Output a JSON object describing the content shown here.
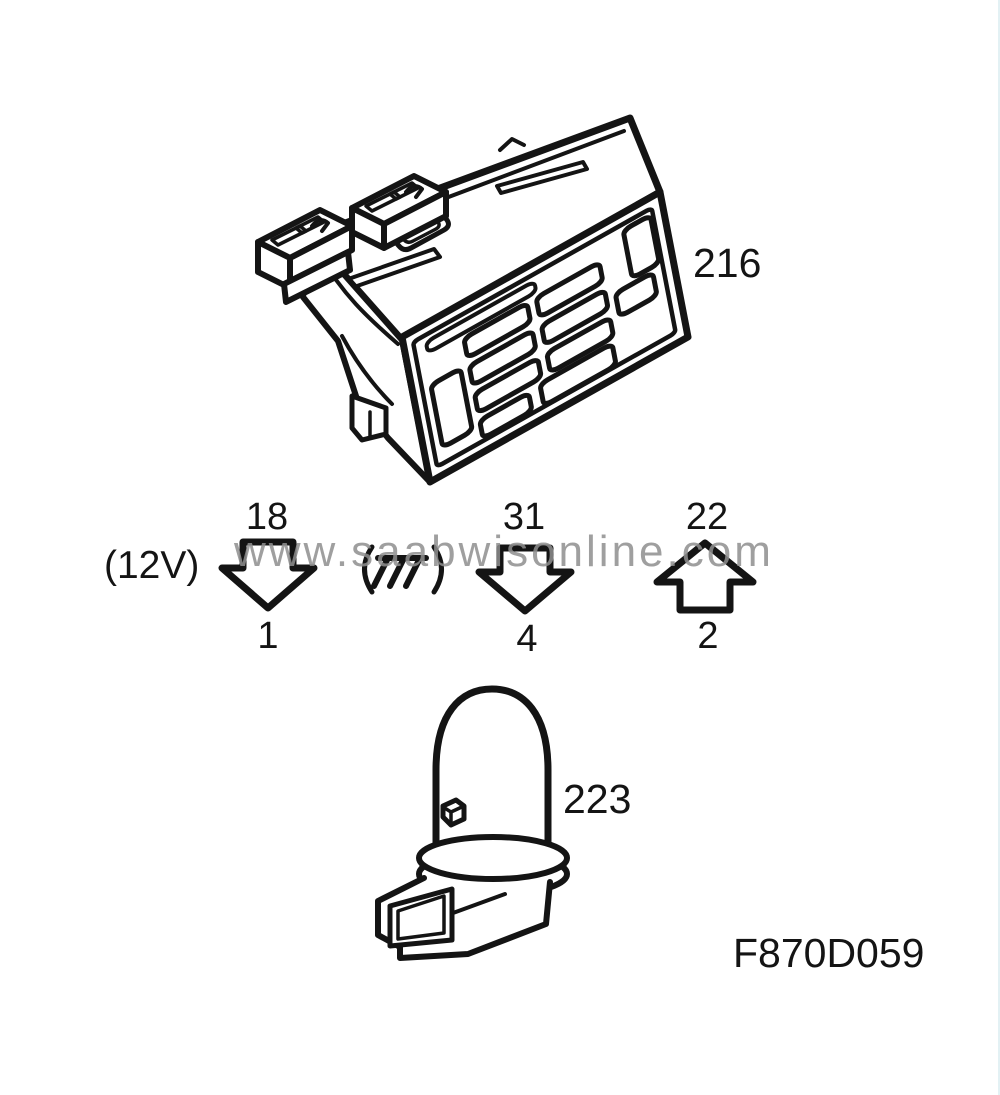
{
  "page": {
    "background_color": "#ffffff",
    "edge_tint_color": "#e3f1f4"
  },
  "diagram": {
    "line_color": "#141414",
    "watermark_text": "www.saabwisonline.com",
    "watermark_color": "#8f8f8f",
    "figure_code": "F870D059",
    "control_unit": {
      "label": "216"
    },
    "bulb": {
      "label": "223"
    },
    "connections": [
      {
        "pin": "18",
        "terminal": "1",
        "label": "(12V)",
        "symbol": "",
        "direction": "down"
      },
      {
        "pin": "31",
        "terminal": "4",
        "label": "",
        "symbol": "chassis-ground",
        "direction": "down"
      },
      {
        "pin": "22",
        "terminal": "2",
        "label": "",
        "symbol": "",
        "direction": "up"
      }
    ]
  }
}
